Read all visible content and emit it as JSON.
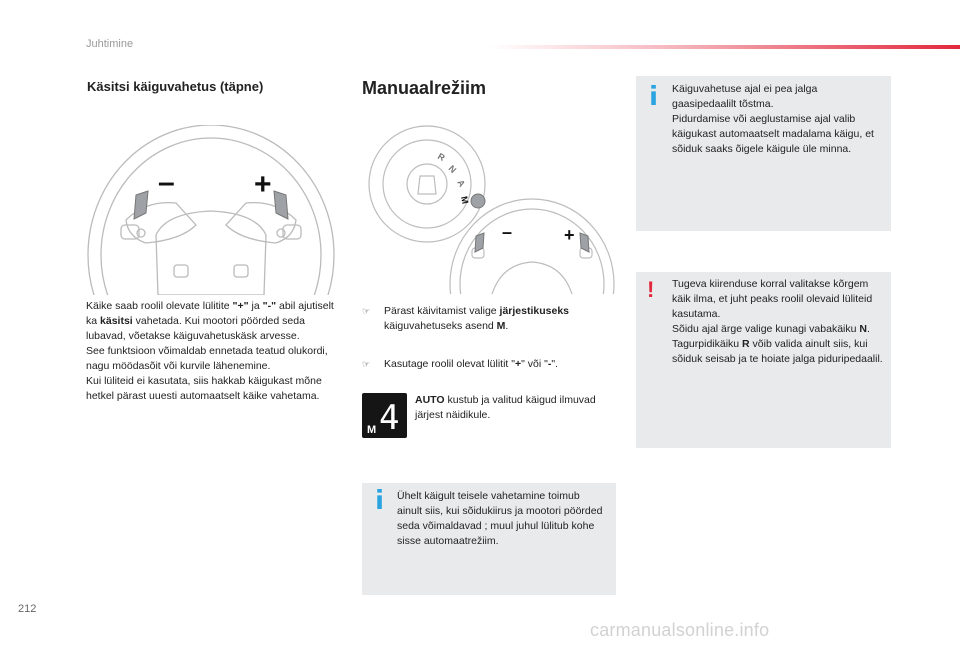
{
  "header": {
    "section": "Juhtimine"
  },
  "page_number": "212",
  "watermark": "carmanualsonline.info",
  "left": {
    "title": "Käsitsi käiguvahetus (täpne)",
    "wheel_minus": "–",
    "wheel_plus": "+",
    "paragraph": [
      {
        "t": "Käike saab roolil olevate lülitite "
      },
      {
        "t": "\"+\"",
        "b": true
      },
      {
        "t": " ja "
      },
      {
        "t": "\"-\"",
        "b": true
      },
      {
        "t": " abil ajutiselt ka "
      },
      {
        "t": "käsitsi",
        "b": true
      },
      {
        "t": " vahetada. Kui mootori pöörded seda lubavad, võetakse käiguvahetuskäsk arvesse.\nSee funktsioon võimaldab ennetada teatud olukordi, nagu möödasõit või kurvile lähenemine.\nKui lülitеid ei kasutata, siis hakkab käigukast mõne hetkel pärast uuesti automaatselt käike vahetama."
      }
    ]
  },
  "middle": {
    "title": "Manuaalrežiim",
    "selector_letters": [
      "R",
      "N",
      "A",
      "M"
    ],
    "wheel_minus": "–",
    "wheel_plus": "+",
    "bullet_mark": "",
    "bullet1": [
      {
        "t": "Pärast käivitamist valige "
      },
      {
        "t": "järjestikuseks",
        "b": true
      },
      {
        "t": " käiguvahetuseks asend "
      },
      {
        "t": "M",
        "b": true
      },
      {
        "t": "."
      }
    ],
    "bullet2": [
      {
        "t": "Kasutage roolil olevat lülitit \""
      },
      {
        "t": "+",
        "b": true
      },
      {
        "t": "\" või \""
      },
      {
        "t": "-",
        "b": true
      },
      {
        "t": "\"."
      }
    ],
    "display": {
      "mode": "M",
      "gear": "4"
    },
    "auto_text": [
      {
        "t": "AUTO",
        "b": true
      },
      {
        "t": " kustub ja valitud käigud ilmuvad järjest näidikule."
      }
    ],
    "info": "Ühelt käigult teisele vahetamine toimub ainult siis, kui sõidukiirus ja mootori pöörded seda võimaldavad ; muul juhul lülitub kohe sisse automaatrežiim."
  },
  "right": {
    "info": "Käiguvahetuse ajal ei pea jalga gaasipedaalilt tõstma.\nPidurdamise või aeglustamise ajal valib käigukast automaatselt madalama käigu, et sõiduk saaks õigele käigule üle minna.",
    "warning_symbol": "!",
    "warning": [
      {
        "t": "Tugeva kiirenduse korral valitakse kõrgem käik ilma, et juht peaks roolil olevaid lülitеid kasutama.\nSõidu ajal ärge valige kunagi vabakäiku "
      },
      {
        "t": "N",
        "b": true
      },
      {
        "t": ".\nTagurpidikäiku "
      },
      {
        "t": "R",
        "b": true
      },
      {
        "t": " võib valida ainult siis, kui sõiduk seisab ja te hoiate jalga piduripedaalil."
      }
    ]
  },
  "colors": {
    "accent": "#e2283c",
    "info_blue": "#2aa3e0",
    "box_gray": "#e8eaeb"
  }
}
